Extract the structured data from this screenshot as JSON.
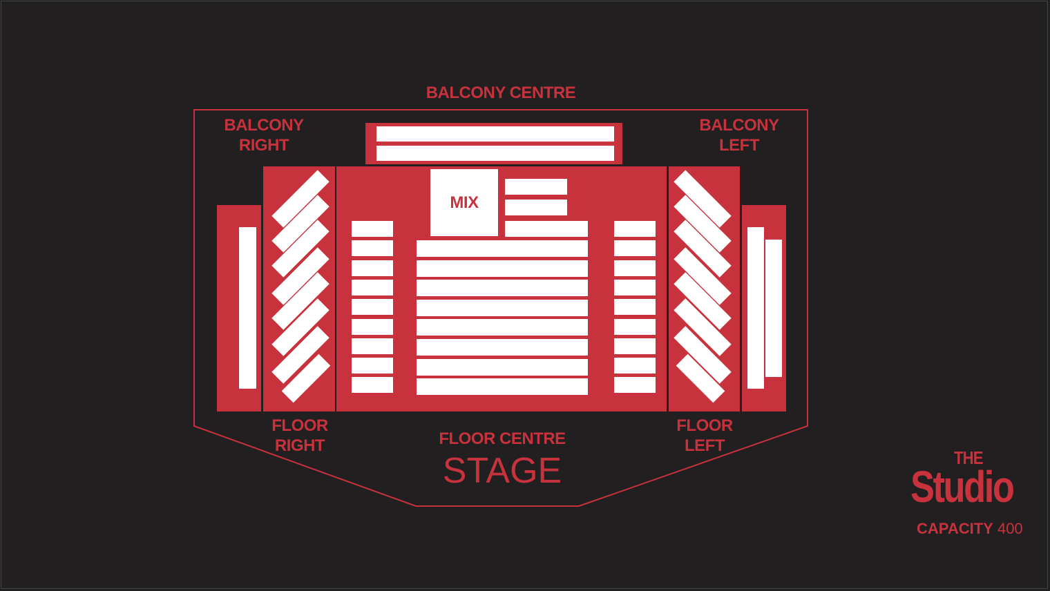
{
  "venue": {
    "logo_the": "THE",
    "logo_studio": "Studio",
    "capacity_label": "CAPACITY",
    "capacity_value": "400"
  },
  "sections": {
    "balcony_centre": "BALCONY CENTRE",
    "balcony_right": "BALCONY\nRIGHT",
    "balcony_left": "BALCONY\nLEFT",
    "floor_right": "FLOOR\nRIGHT",
    "floor_centre": "FLOOR CENTRE",
    "floor_left": "FLOOR\nLEFT",
    "mix": "MIX",
    "stage": "STAGE"
  },
  "colors": {
    "background": "#221f20",
    "accent": "#c8323c",
    "seat": "#ffffff"
  }
}
